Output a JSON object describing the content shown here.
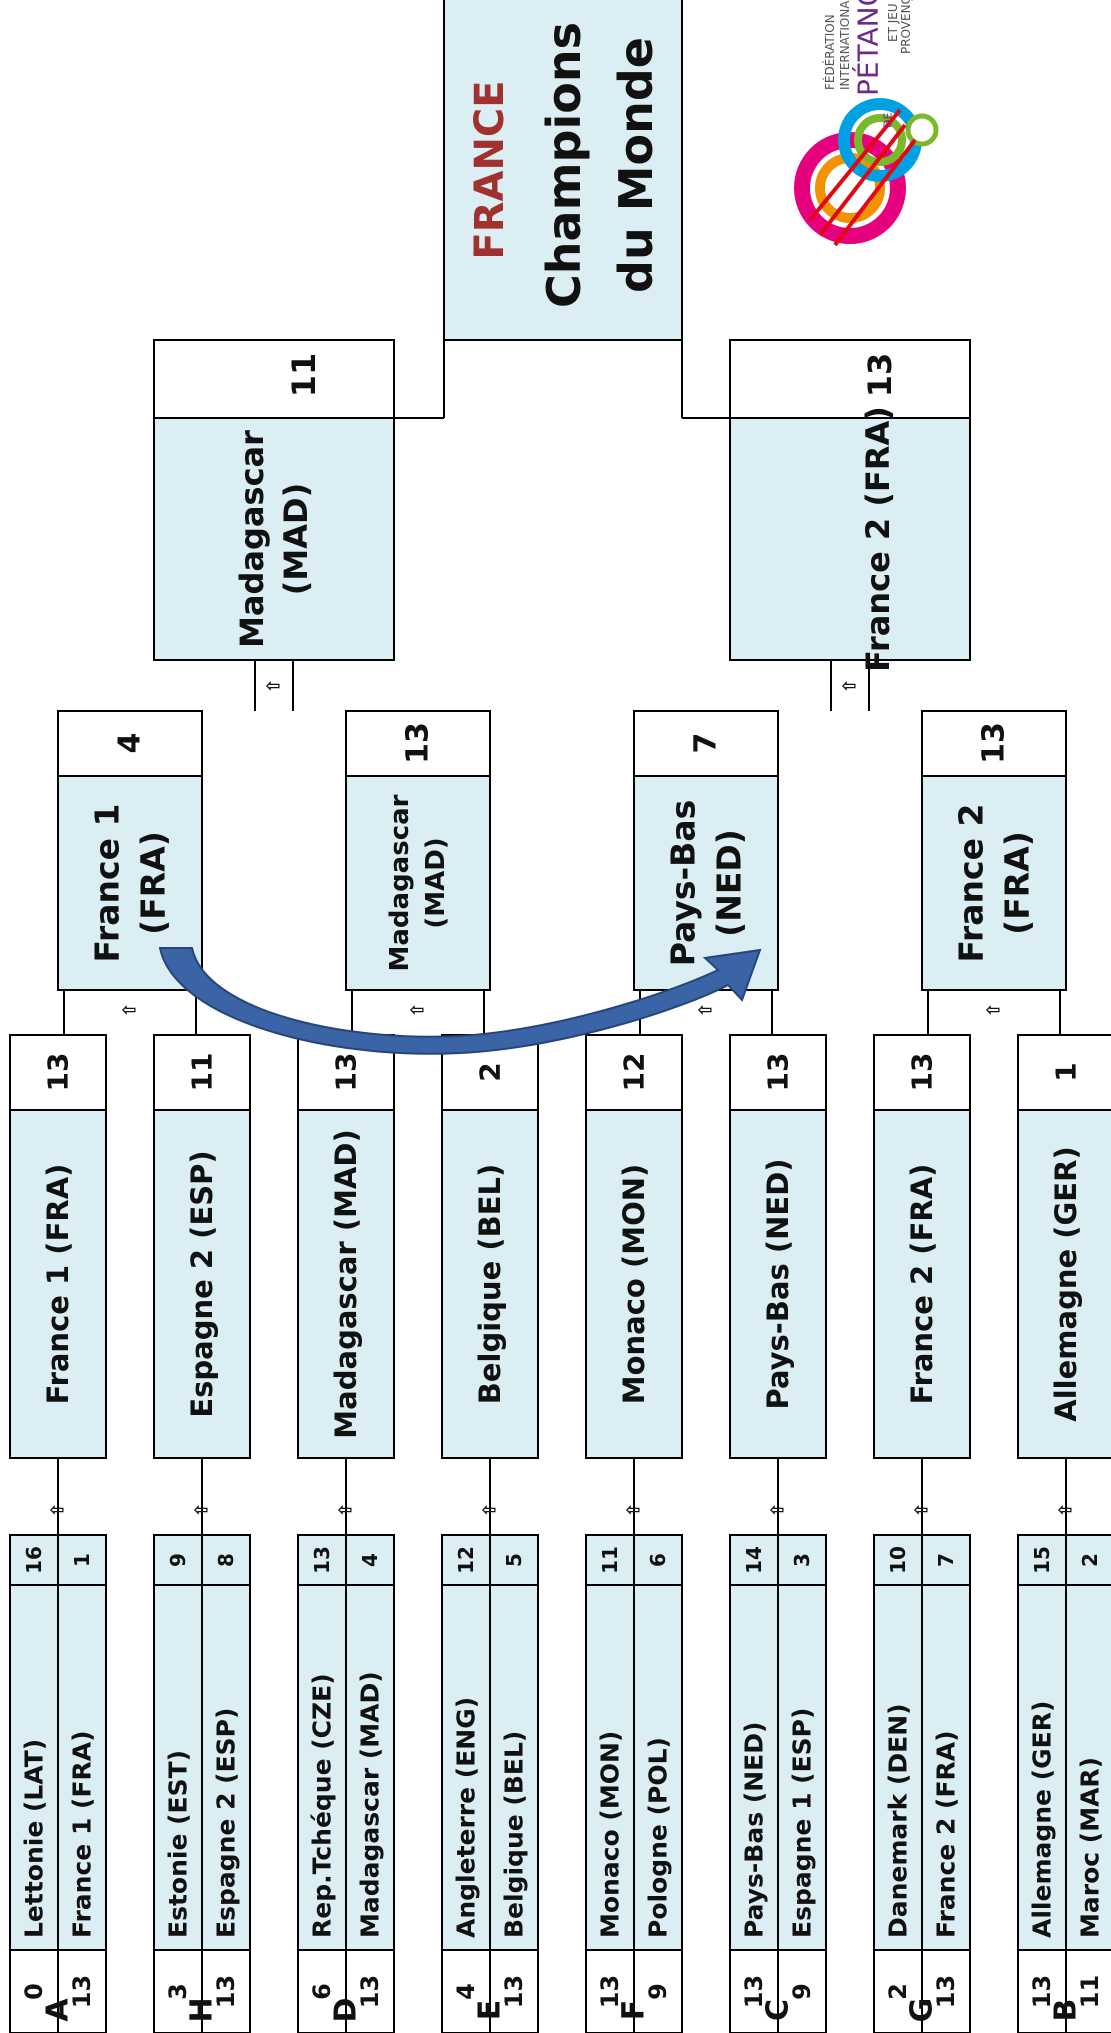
{
  "colors": {
    "box_fill": "#daeef3",
    "box_stroke": "#000000",
    "title_red": "#a0312e",
    "arrow": "#3a64a6"
  },
  "title": {
    "country": "FRANCE",
    "line1": "Champions",
    "line2": "du Monde"
  },
  "logo": {
    "text1": "FÉDÉRATION",
    "text2": "INTERNATIONALE",
    "text3": "PÉTANQUE",
    "prefix": "DE",
    "text4": "ET JEU",
    "text5": "PROVENÇAL"
  },
  "round1": [
    {
      "group": "A",
      "teams": [
        {
          "seed": "16",
          "name": "Lettonie (LAT)",
          "score": "0"
        },
        {
          "seed": "1",
          "name": "France 1 (FRA)",
          "score": "13"
        }
      ]
    },
    {
      "group": "H",
      "teams": [
        {
          "seed": "9",
          "name": "Estonie (EST)",
          "score": "3"
        },
        {
          "seed": "8",
          "name": "Espagne 2 (ESP)",
          "score": "13"
        }
      ]
    },
    {
      "group": "D",
      "teams": [
        {
          "seed": "13",
          "name": "Rep.Tchéque (CZE)",
          "score": "6"
        },
        {
          "seed": "4",
          "name": "Madagascar (MAD)",
          "score": "13"
        }
      ]
    },
    {
      "group": "E",
      "teams": [
        {
          "seed": "12",
          "name": "Angleterre (ENG)",
          "score": "4"
        },
        {
          "seed": "5",
          "name": "Belgique  (BEL)",
          "score": "13"
        }
      ]
    },
    {
      "group": "F",
      "teams": [
        {
          "seed": "11",
          "name": "Monaco (MON)",
          "score": "13"
        },
        {
          "seed": "6",
          "name": "Pologne (POL)",
          "score": "9"
        }
      ]
    },
    {
      "group": "C",
      "teams": [
        {
          "seed": "14",
          "name": "Pays-Bas (NED)",
          "score": "13"
        },
        {
          "seed": "3",
          "name": "Espagne 1 (ESP)",
          "score": "9"
        }
      ]
    },
    {
      "group": "G",
      "teams": [
        {
          "seed": "10",
          "name": "Danemark (DEN)",
          "score": "2"
        },
        {
          "seed": "7",
          "name": "France 2 (FRA)",
          "score": "13"
        }
      ]
    },
    {
      "group": "B",
      "teams": [
        {
          "seed": "15",
          "name": "Allemagne (GER)",
          "score": "13"
        },
        {
          "seed": "2",
          "name": "Maroc (MAR)",
          "score": "11"
        }
      ]
    }
  ],
  "quarterfinals": [
    {
      "name": "France 1 (FRA)",
      "score": "13"
    },
    {
      "name": "Espagne 2 (ESP)",
      "score": "11"
    },
    {
      "name": "Madagascar (MAD)",
      "score": "13"
    },
    {
      "name": "Belgique  (BEL)",
      "score": "2"
    },
    {
      "name": "Monaco (MON)",
      "score": "12"
    },
    {
      "name": "Pays-Bas (NED)",
      "score": "13"
    },
    {
      "name": "France 2 (FRA)",
      "score": "13"
    },
    {
      "name": "Allemagne (GER)",
      "score": "1"
    }
  ],
  "semifinals": [
    {
      "lines": [
        "France 1",
        "(FRA)"
      ],
      "score": "4"
    },
    {
      "lines": [
        "Madagascar",
        "(MAD)"
      ],
      "score": "13"
    },
    {
      "lines": [
        "Pays-Bas",
        "(NED)"
      ],
      "score": "7"
    },
    {
      "lines": [
        "France 2",
        "(FRA)"
      ],
      "score": "13"
    }
  ],
  "finals": [
    {
      "lines": [
        "Madagascar",
        "(MAD)"
      ],
      "score": "11"
    },
    {
      "lines": [
        "France 2 (FRA)"
      ],
      "score": "13"
    }
  ],
  "advance_glyph": "⇧"
}
